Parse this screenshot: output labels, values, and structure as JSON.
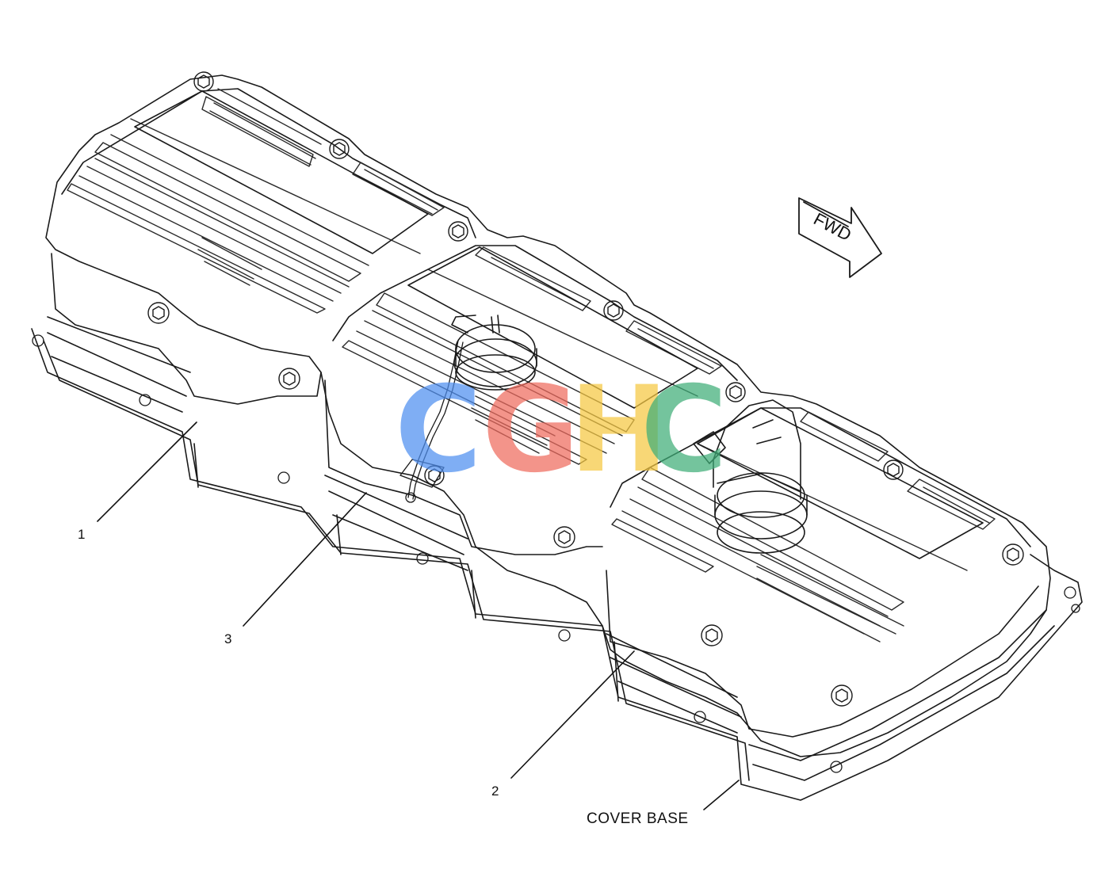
{
  "callouts": {
    "item1": "1",
    "item2": "2",
    "item3": "3",
    "cover_base": "COVER BASE"
  },
  "fwd_arrow": {
    "label": "FWD"
  },
  "watermark": {
    "letters": [
      "C",
      "G",
      "H",
      "C"
    ],
    "colors": [
      "#4f8ff0",
      "#ef6b5e",
      "#f6c842",
      "#3fae78"
    ]
  },
  "colors": {
    "line": "#1a1a1a",
    "fin": "#2a2a2a",
    "background": "#ffffff"
  }
}
